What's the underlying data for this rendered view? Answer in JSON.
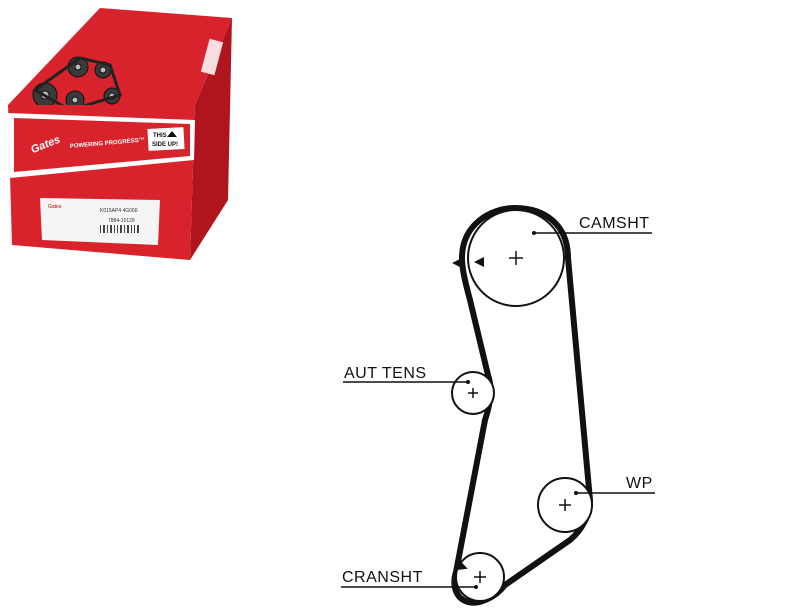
{
  "product_box": {
    "brand": "Gates",
    "slogan": "POWERING PROGRESS™",
    "orientation_line1": "THIS",
    "orientation_line2": "SIDE UP!",
    "part_number": "K015AP4 4G060",
    "code": "7884-10129",
    "colors": {
      "box_red": "#d8232c",
      "box_dark": "#b0141d",
      "band": "#ffffff"
    }
  },
  "diagram": {
    "labels": {
      "camshaft": "CAMSHT",
      "tensioner": "AUT TENS",
      "water_pump": "WP",
      "crankshaft": "CRANSHT"
    },
    "colors": {
      "belt": "#111111",
      "line": "#111111"
    }
  }
}
